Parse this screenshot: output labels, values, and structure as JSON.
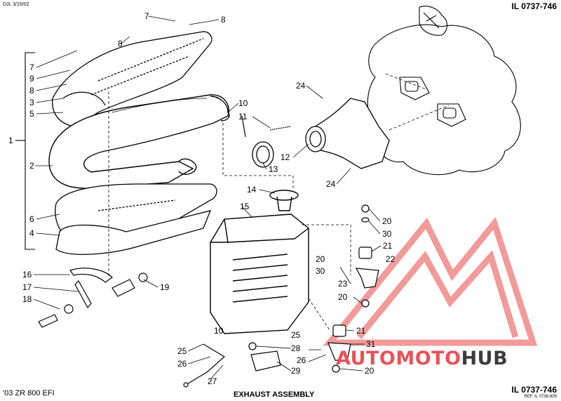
{
  "header": {
    "doc_code": "DJL 3/15/02",
    "il_number": "IL 0737-746"
  },
  "footer": {
    "model": "'03 ZR 800 EFI",
    "assembly_title": "EXHAUST ASSEMBLY",
    "il_number": "IL 0737-746",
    "ref": "REF. IL 0738-805"
  },
  "watermark": {
    "part1": "AUTOMOTO",
    "part2": "HUB",
    "color1": "#e8525a",
    "color2": "#3c3c3c",
    "logo_color": "#f29a9a"
  },
  "callouts": {
    "c7a": "7",
    "c8a": "8",
    "c8b": "8",
    "c7b": "7",
    "c9": "9",
    "c8c": "8",
    "c3": "3",
    "c5": "5",
    "c1": "1",
    "c2": "2",
    "c6": "6",
    "c4": "4",
    "c16": "16",
    "c17": "17",
    "c18": "18",
    "c19": "19",
    "c10a": "10",
    "c11": "11",
    "c24a": "24",
    "c12": "12",
    "c13": "13",
    "c24b": "24",
    "c14": "14",
    "c15": "15",
    "c20a": "20",
    "c30a": "30",
    "c21a": "21",
    "c20b": "20",
    "c30b": "30",
    "c22": "22",
    "c23": "23",
    "c20c": "20",
    "c10b": "10",
    "c25a": "25",
    "c21b": "21",
    "c28": "28",
    "c31": "31",
    "c25b": "25",
    "c26a": "26",
    "c26b": "26",
    "c20d": "20",
    "c29": "29",
    "c27": "27"
  }
}
